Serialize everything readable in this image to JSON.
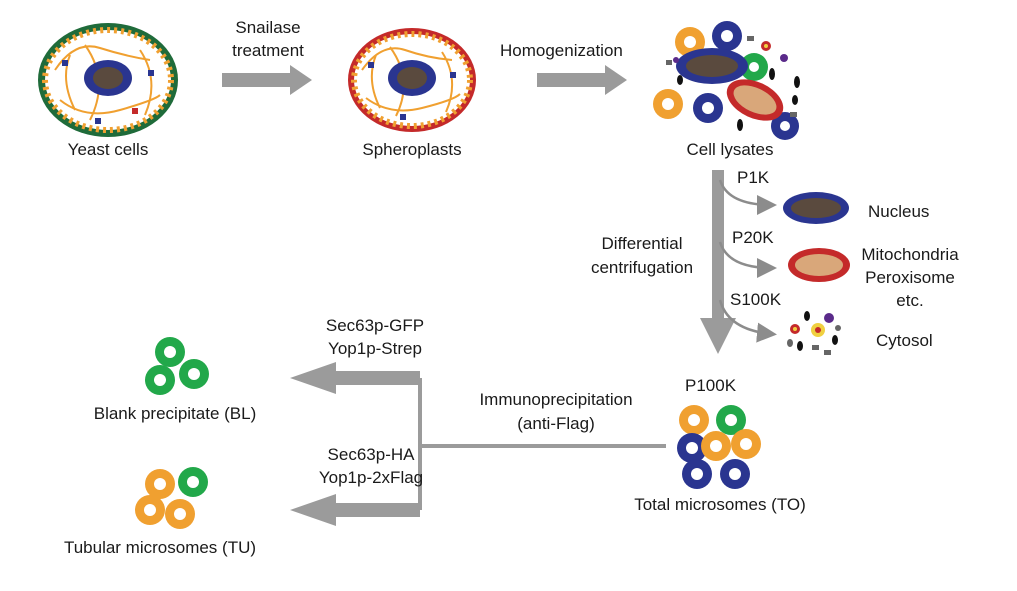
{
  "stages": {
    "yeast_cells": "Yeast cells",
    "spheroplasts": "Spheroplasts",
    "cell_lysates": "Cell lysates",
    "total_microsomes": "Total microsomes (TO)",
    "blank_precipitate": "Blank precipitate (BL)",
    "tubular_microsomes": "Tubular microsomes (TU)"
  },
  "steps": {
    "snailase_line1": "Snailase",
    "snailase_line2": "treatment",
    "homogenization": "Homogenization",
    "diff_line1": "Differential",
    "diff_line2": "centrifugation",
    "ip_line1": "Immunoprecipitation",
    "ip_line2": "(anti-Flag)"
  },
  "fractions": {
    "p1k": "P1K",
    "p20k": "P20K",
    "s100k": "S100K",
    "p100k": "P100K"
  },
  "products": {
    "nucleus": "Nucleus",
    "mito_line1": "Mitochondria",
    "mito_line2": "Peroxisome",
    "mito_line3": "etc.",
    "cytosol": "Cytosol"
  },
  "strains": {
    "bl_line1": "Sec63p-GFP",
    "bl_line2": "Yop1p-Strep",
    "tu_line1": "Sec63p-HA",
    "tu_line2": "Yop1p-2xFlag"
  },
  "colors": {
    "arrow": "#9b9b9b",
    "orange": "#f0a030",
    "green": "#22a84a",
    "navy": "#2a3590",
    "red": "#c42a2a",
    "wall_green": "#1f6b3a",
    "nucleus_fill": "#5a4a3e",
    "mito_fill": "#d9a77a"
  }
}
